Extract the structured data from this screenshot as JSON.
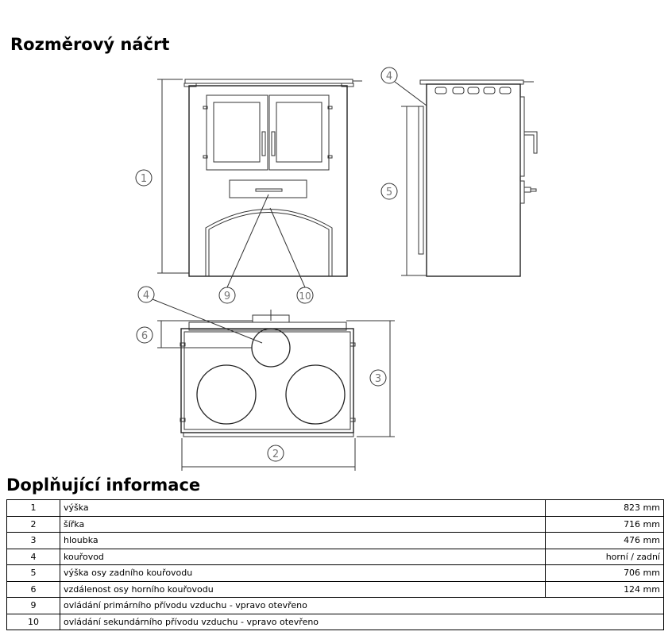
{
  "sections": {
    "sketch_title": "Rozměrový náčrt",
    "info_title": "Doplňující informace"
  },
  "callouts": {
    "c1": "1",
    "c2": "2",
    "c3": "3",
    "c4_side": "4",
    "c4_top": "4",
    "c5": "5",
    "c6": "6",
    "c9": "9",
    "c10": "10"
  },
  "info_rows": [
    {
      "num": "1",
      "label": "výška",
      "value": "823 mm"
    },
    {
      "num": "2",
      "label": "šířka",
      "value": "716 mm"
    },
    {
      "num": "3",
      "label": "hloubka",
      "value": "476 mm"
    },
    {
      "num": "4",
      "label": "kouřovod",
      "value": "horní / zadní"
    },
    {
      "num": "5",
      "label": "výška osy zadního kouřovodu",
      "value": "706 mm"
    },
    {
      "num": "6",
      "label": "vzdálenost osy horního kouřovodu",
      "value": "124 mm"
    },
    {
      "num": "9",
      "label": "ovládání primárního přívodu vzduchu - vpravo otevřeno",
      "value": ""
    },
    {
      "num": "10",
      "label": "ovládání sekundárního přívodu vzduchu - vpravo otevřeno",
      "value": ""
    }
  ]
}
